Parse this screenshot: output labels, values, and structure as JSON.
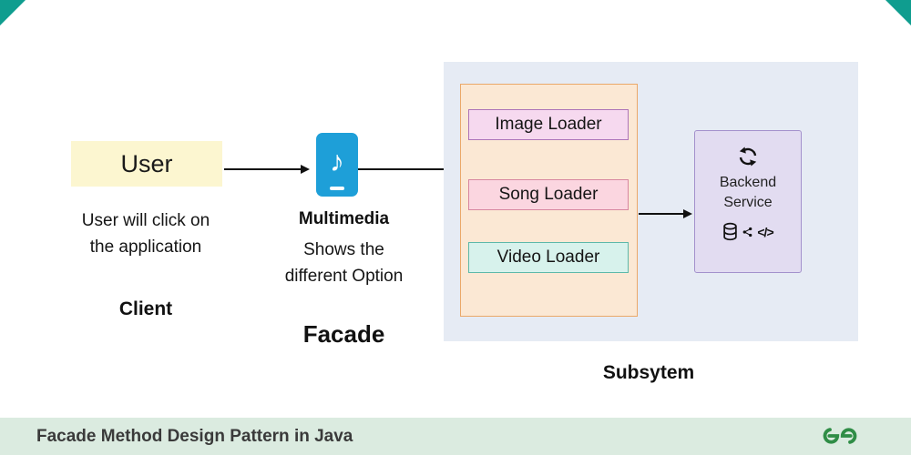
{
  "client": {
    "user_box": "User",
    "description": [
      "User will click on",
      "the application"
    ],
    "role": "Client"
  },
  "facade": {
    "icon": "music-note-phone-icon",
    "icon_glyph": "♪",
    "title": "Multimedia",
    "description": [
      "Shows the",
      "different Option"
    ],
    "role": "Facade"
  },
  "subsystem": {
    "role": "Subsytem",
    "loaders": [
      {
        "label": "Image Loader",
        "bg": "#f6d9ef",
        "border": "#ad74b8"
      },
      {
        "label": "Song Loader",
        "bg": "#fbd6e0",
        "border": "#d786a0"
      },
      {
        "label": "Video Loader",
        "bg": "#d7f2ec",
        "border": "#5cb8a9"
      }
    ],
    "backend": {
      "name": [
        "Backend",
        "Service"
      ],
      "icons": [
        "sync-icon",
        "database-icon",
        "share-icon",
        "code-icon"
      ],
      "code_glyph": "</>"
    }
  },
  "footer": {
    "caption": "Facade Method Design Pattern in Java",
    "logo": "geeksforgeeks-logo"
  },
  "colors": {
    "corner_accent": "#0f9d8f",
    "user_box_bg": "#fcf6d0",
    "facade_icon_bg": "#1e9fd8",
    "subsystem_panel_bg": "#e6ebf4",
    "orange_box_bg": "#fbe8d4",
    "orange_box_border": "#eaa869",
    "backend_box_bg": "#e2dcf1",
    "backend_box_border": "#a391cc",
    "footer_bg": "#dbebe0",
    "logo_green": "#2f8d46",
    "arrow": "#111111"
  }
}
